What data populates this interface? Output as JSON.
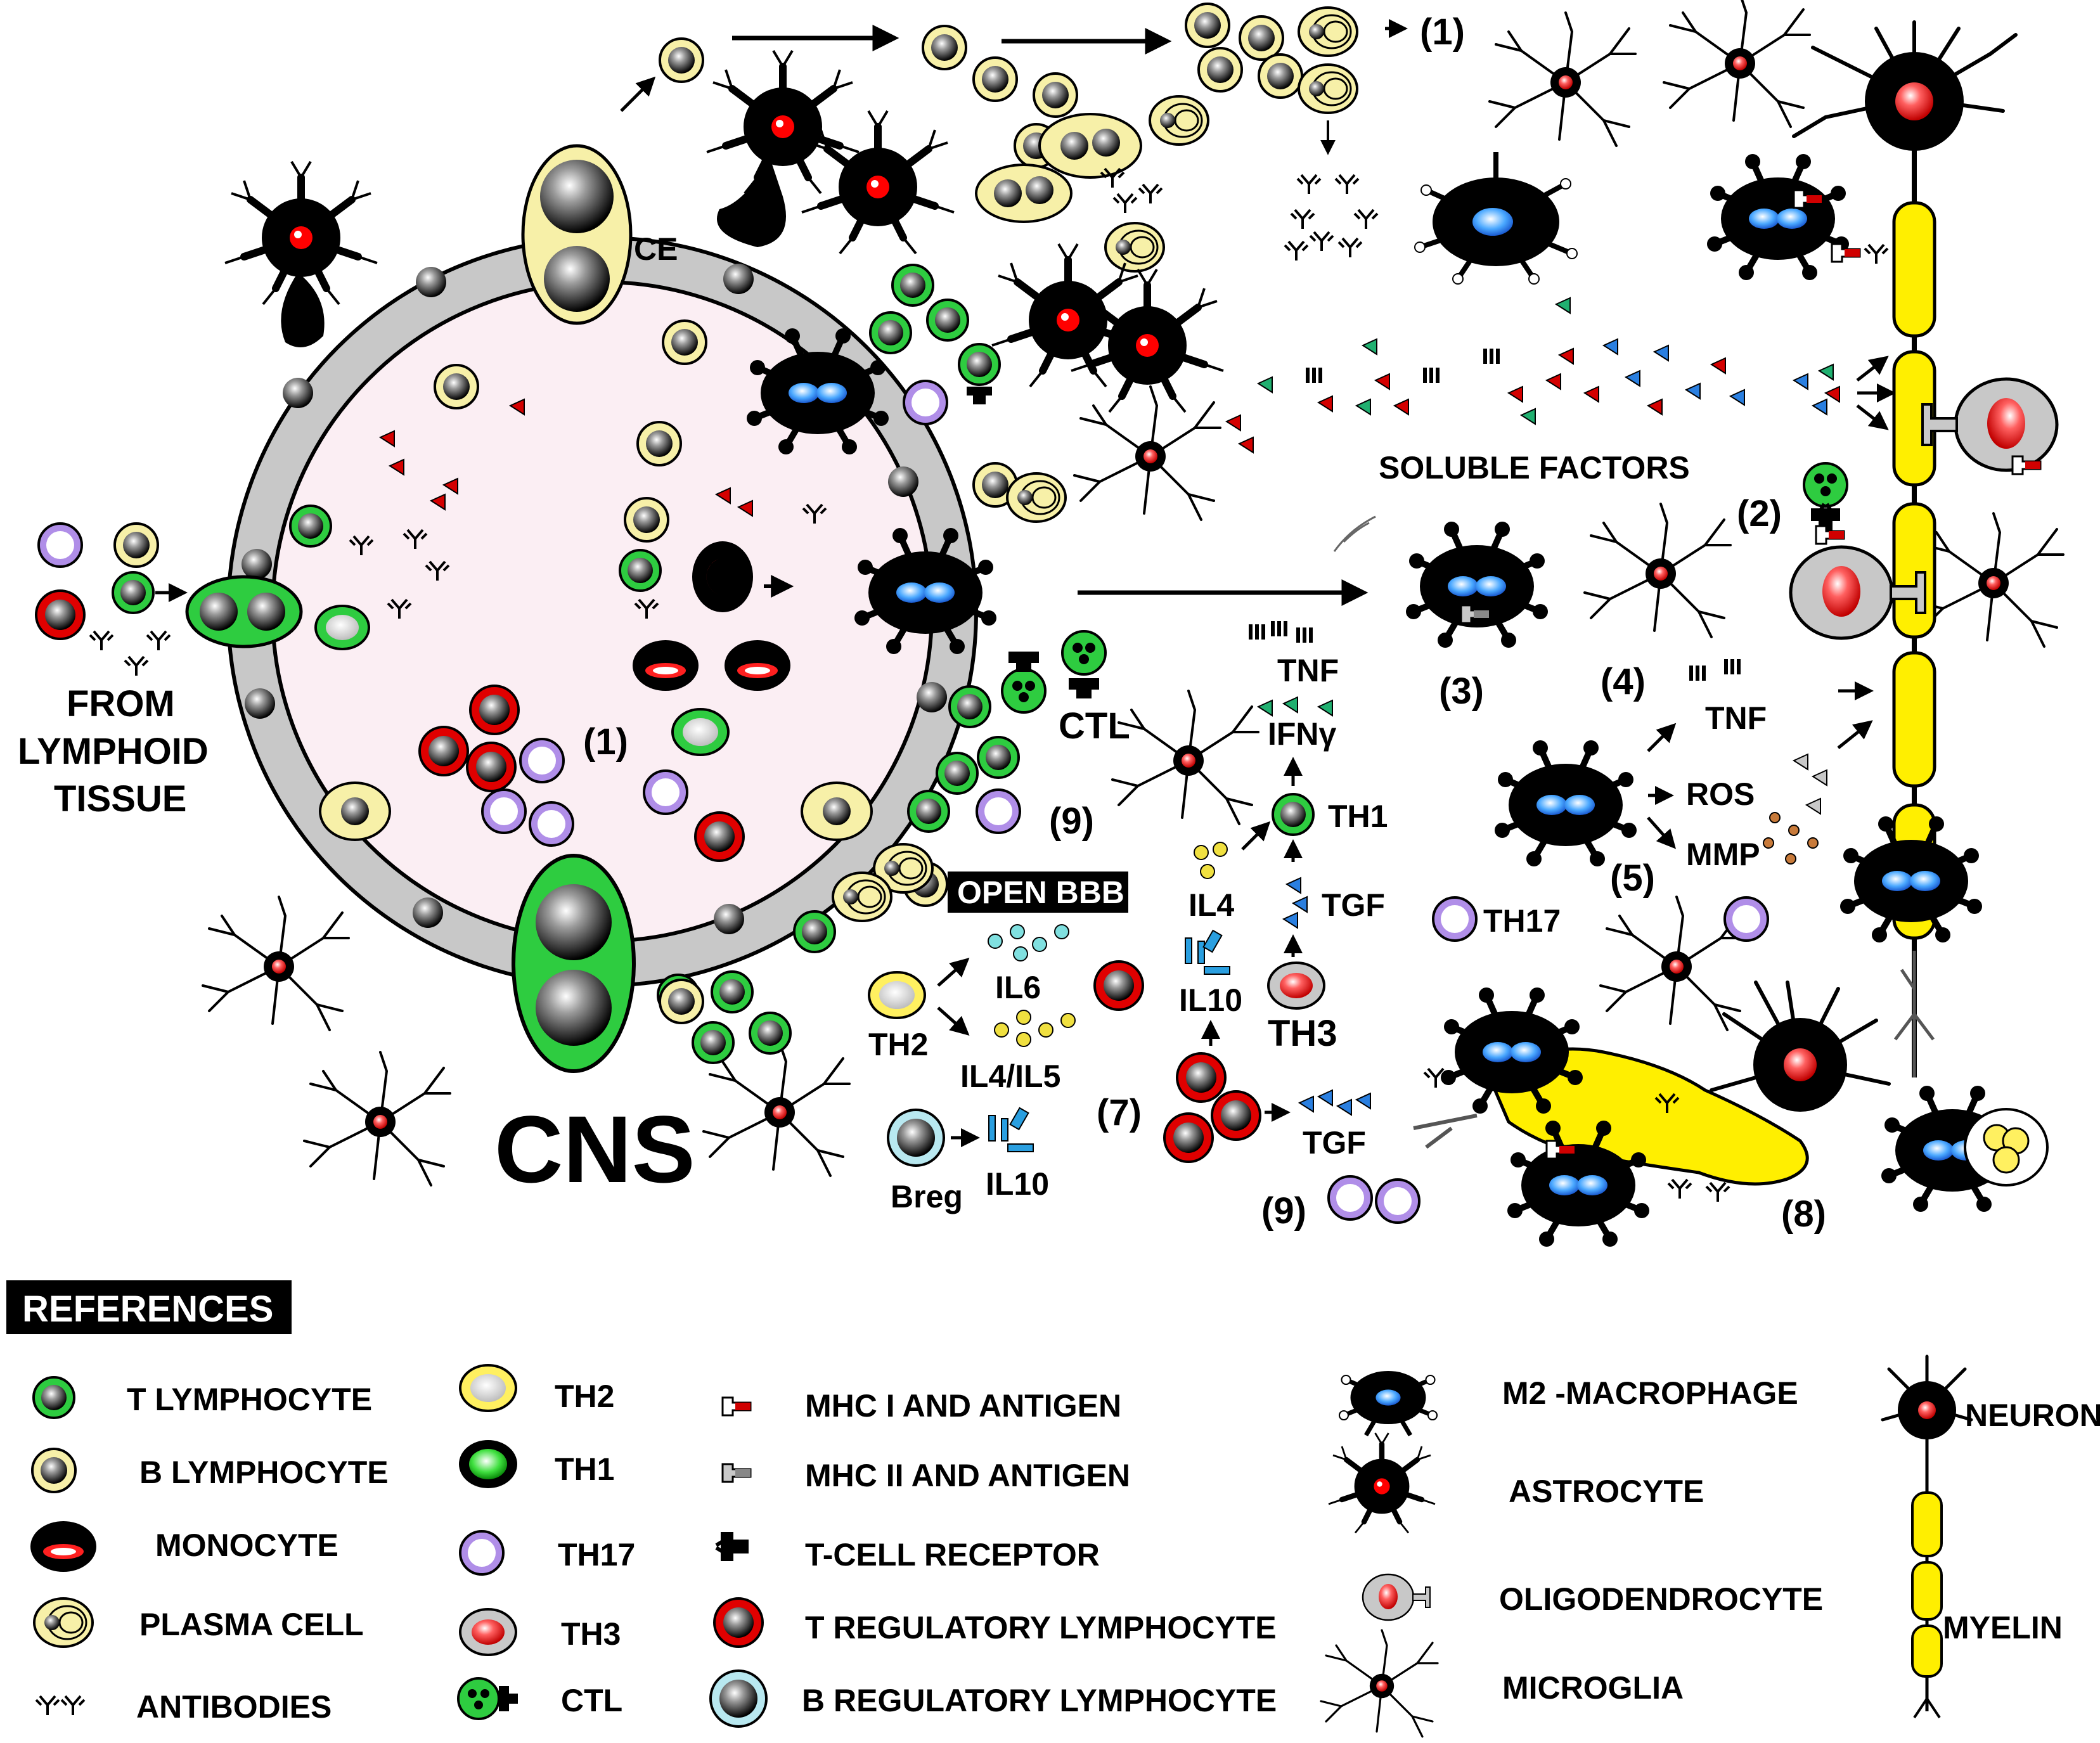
{
  "labels": {
    "ce": "CE",
    "cns": "CNS",
    "from1": "FROM",
    "from2": "LYMPHOID",
    "from3": "TISSUE",
    "n1_top": "(1)",
    "n1_mid": "(1)",
    "n2": "(2)",
    "n3": "(3)",
    "n4": "(4)",
    "n5": "(5)",
    "n7": "(7)",
    "n8": "(8)",
    "n9_a": "(9)",
    "n9_b": "(9)",
    "soluble": "SOLUBLE FACTORS",
    "open_bbb": "OPEN BBB",
    "ctl": "CTL",
    "tnf_a": "TNF",
    "tnf_b": "TNF",
    "ifng": "IFNγ",
    "th1": "TH1",
    "tgf_a": "TGF",
    "tgf_b": "TGF",
    "th3": "TH3",
    "il4": "IL4",
    "il10_a": "IL10",
    "il10_b": "IL10",
    "il6": "IL6",
    "il4il5": "IL4/IL5",
    "th2": "TH2",
    "breg": "Breg",
    "th17": "TH17",
    "ros": "ROS",
    "mmp": "MMP"
  },
  "references": {
    "title": "REFERENCES",
    "items": [
      "T LYMPHOCYTE",
      "B LYMPHOCYTE",
      "MONOCYTE",
      "PLASMA CELL",
      "ANTIBODIES",
      "TH2",
      "TH1",
      "TH17",
      "TH3",
      "CTL",
      "MHC I AND ANTIGEN",
      "MHC II AND ANTIGEN",
      "T-CELL RECEPTOR",
      "T REGULATORY  LYMPHOCYTE",
      "B REGULATORY LYMPHOCYTE",
      "M2 -MACROPHAGE",
      "ASTROCYTE",
      "OLIGODENDROCYTE",
      "MICROGLIA",
      "NEURON",
      "MYELIN"
    ]
  },
  "colors": {
    "t_lymphocyte": "#2ecc40",
    "b_lymphocyte": "#f7f0a8",
    "treg": "#e00000",
    "th17": "#b08ee8",
    "myelin": "#ffef00",
    "lumen": "#fbeef3",
    "endothelium": "#c8c8c8",
    "factor_red": "#d40000",
    "factor_blue": "#2a7fe0",
    "factor_green": "#20b070"
  }
}
